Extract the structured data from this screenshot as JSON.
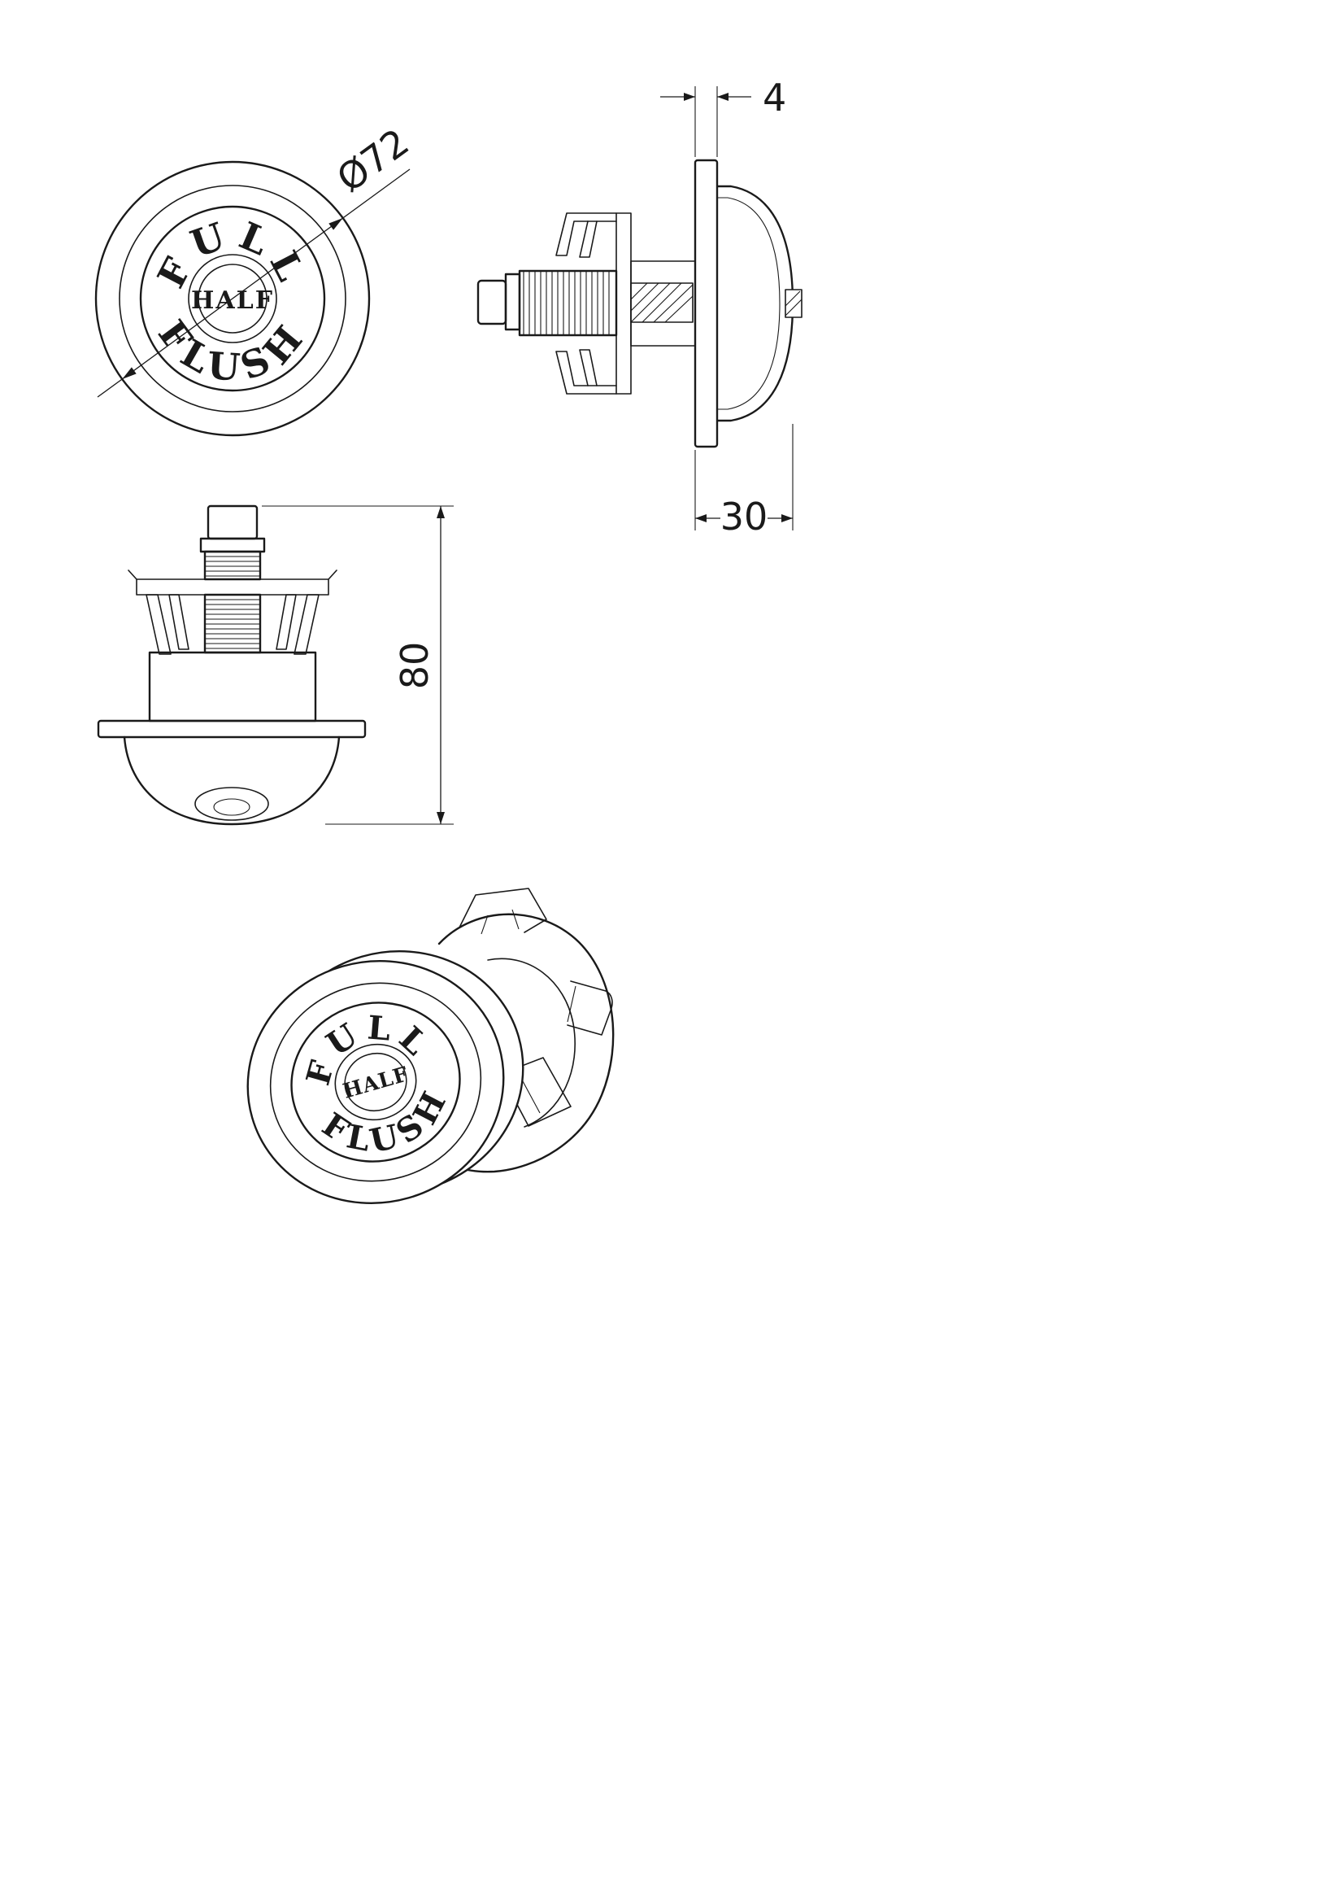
{
  "button_face": {
    "top": "FULL",
    "bottom": "FLUSH",
    "center": "HALF"
  },
  "dimensions": {
    "diameter": "Ø72",
    "plate_thickness": "4",
    "depth": "30",
    "height": "80"
  },
  "colors": {
    "line": "#1a1a1a",
    "background": "#ffffff"
  }
}
